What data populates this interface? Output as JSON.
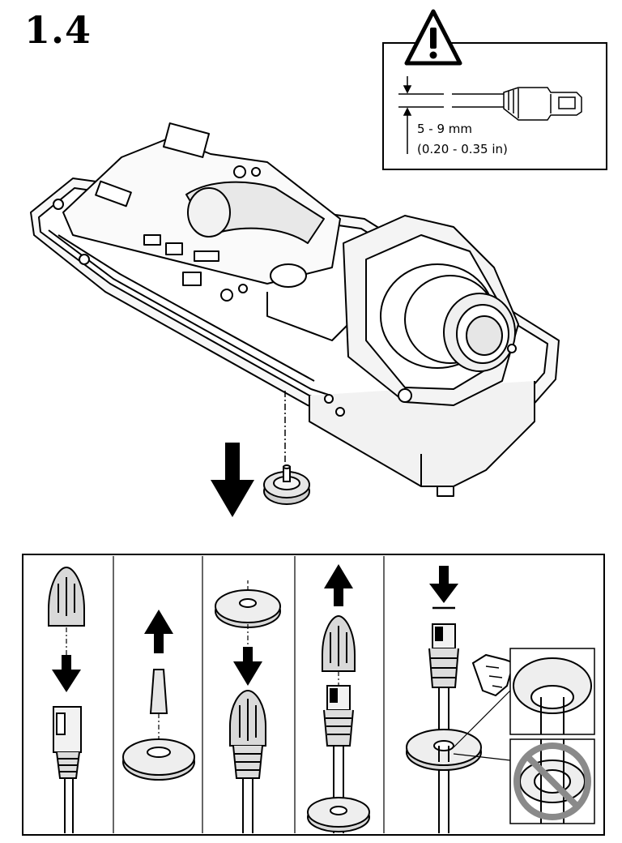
{
  "step": {
    "number": "1.4"
  },
  "warning": {
    "icon": "warning-triangle-icon",
    "dimension_mm": "5 - 9 mm",
    "dimension_in": "(0.20 - 0.35 in)"
  },
  "main_illustration": {
    "subject": "camera-housing-open-with-lens",
    "arrow": "down-arrow-icon",
    "part": "cable-gasket-icon"
  },
  "steps_panel": {
    "steps": [
      {
        "icon": "cable-boot-onto-rj45-icon"
      },
      {
        "icon": "remove-plug-from-gasket-icon"
      },
      {
        "icon": "gasket-over-cable-boot-icon"
      },
      {
        "icon": "slide-boot-up-icon"
      },
      {
        "icon": "push-cable-through-gasket-icon"
      }
    ]
  }
}
